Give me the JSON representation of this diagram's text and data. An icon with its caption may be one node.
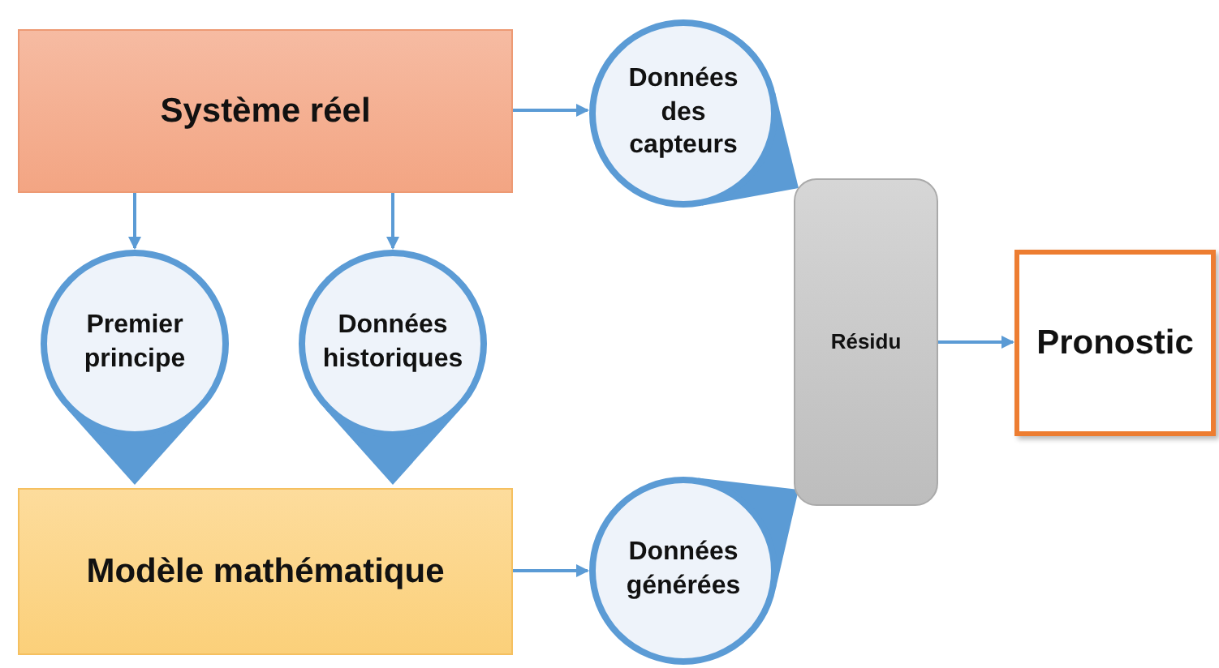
{
  "diagram": {
    "nodes": [
      {
        "text": [
          "Système réel"
        ]
      },
      {
        "text": [
          "Premier principe"
        ]
      },
      {
        "text": [
          "Données historiques"
        ]
      },
      {
        "text": [
          "Données des capteurs"
        ]
      },
      {
        "text": [
          "Modèle mathématique"
        ]
      },
      {
        "text": [
          "Données générées"
        ]
      },
      {
        "text": [
          "Résidu"
        ]
      },
      {
        "text": [
          "Pronostic"
        ]
      }
    ],
    "edges": [
      {
        "from": 0,
        "to": 1,
        "arrow": "to"
      },
      {
        "from": 0,
        "to": 2,
        "arrow": "to"
      },
      {
        "from": 0,
        "to": 3,
        "arrow": "to"
      },
      {
        "from": 4,
        "to": 5,
        "arrow": "to"
      },
      {
        "from": 6,
        "to": 7,
        "arrow": "to"
      }
    ]
  }
}
